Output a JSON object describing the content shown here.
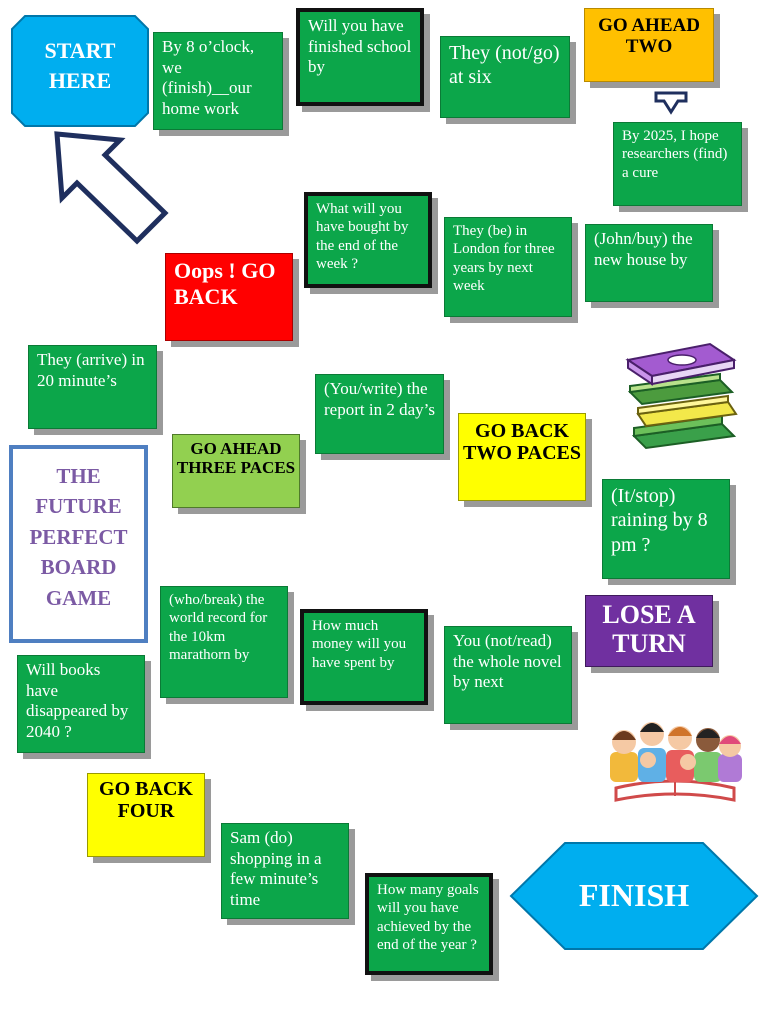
{
  "start": "START HERE",
  "finish": "FINISH",
  "title": "THE FUTURE PERFECT BOARD GAME",
  "squares": {
    "s1": "By 8 o’clock, we (finish)__our home work",
    "s2": "Will you have finished school by",
    "s3": "They (not/go) at six",
    "s4": "GO AHEAD TWO",
    "s5": "By 2025, I hope researchers (find) a cure",
    "s6": "(John/buy) the new house by",
    "s7": "They (be) in London for three years by next week",
    "s8": "What will you have bought by the end of the week ?",
    "s9": "Oops ! GO BACK",
    "s10": "They (arrive) in 20 minute’s",
    "s11": "GO AHEAD THREE PACES",
    "s12": "(You/write) the report in 2 day’s",
    "s13": "GO BACK TWO PACES",
    "s14": "(It/stop) raining by 8 pm ?",
    "s15": "LOSE A TURN",
    "s16": "You (not/read) the whole novel by next",
    "s17": "How much money will you have spent by",
    "s18": "(who/break) the world record for the 10km marathorn by",
    "s19": "Will books have disappeared by 2040 ?",
    "s20": "GO BACK FOUR",
    "s21": "Sam (do) shopping in a few minute’s time",
    "s22": "How many goals will you have achieved by the end of the year ?"
  },
  "colors": {
    "green": "#0ca64a",
    "sky_blue": "#00aeef",
    "orange": "#ffc000",
    "red": "#ff0000",
    "yellow": "#ffff00",
    "light_green": "#92d050",
    "purple": "#7030a0",
    "navy": "#1f2f5e"
  },
  "icons": [
    "up-arrow-icon",
    "down-arrow-icon",
    "books-icon",
    "kids-reading-icon"
  ]
}
